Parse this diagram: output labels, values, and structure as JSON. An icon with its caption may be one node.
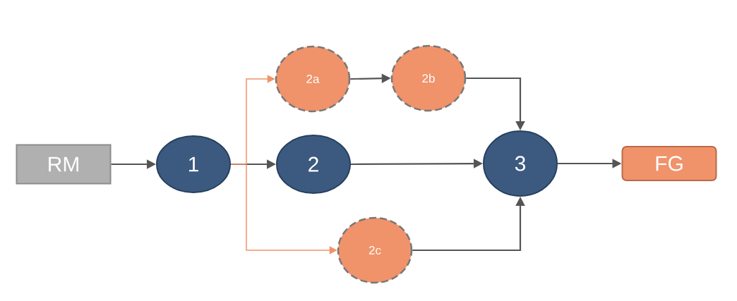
{
  "diagram": {
    "nodes": [
      {
        "text": [
          "RM"
        ]
      },
      {
        "text": [
          "1"
        ]
      },
      {
        "text": [
          "2a"
        ]
      },
      {
        "text": [
          "2b"
        ]
      },
      {
        "text": [
          "2"
        ]
      },
      {
        "text": [
          "3"
        ]
      },
      {
        "text": [
          "FG"
        ]
      },
      {
        "text": [
          "2c"
        ]
      }
    ],
    "edges": [
      {
        "from": 0,
        "to": 1,
        "arrow": "to"
      },
      {
        "from": 1,
        "to": 2,
        "arrow": "to",
        "color": "#f0936a"
      },
      {
        "from": 1,
        "to": 4,
        "arrow": "to"
      },
      {
        "from": 1,
        "to": 7,
        "arrow": "to",
        "color": "#f0936a"
      },
      {
        "from": 2,
        "to": 3,
        "arrow": "to"
      },
      {
        "from": 3,
        "to": 5,
        "arrow": "to"
      },
      {
        "from": 4,
        "to": 5,
        "arrow": "to"
      },
      {
        "from": 7,
        "to": 5,
        "arrow": "to"
      },
      {
        "from": 5,
        "to": 6,
        "arrow": "to"
      }
    ]
  }
}
